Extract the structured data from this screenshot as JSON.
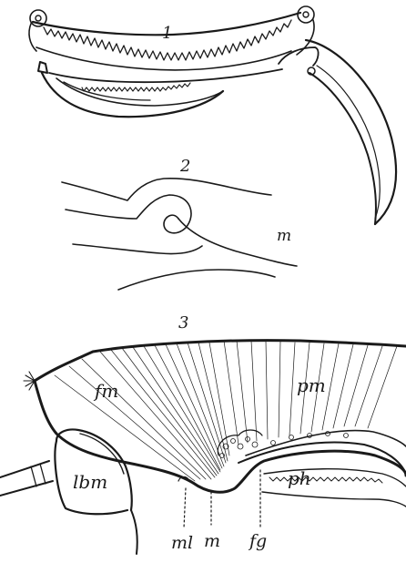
{
  "figures": [
    {
      "number": "1"
    },
    {
      "number": "2",
      "labels": [
        "m"
      ]
    },
    {
      "number": "3",
      "labels": [
        "fm",
        "pm",
        "lbm",
        "ph",
        "ml",
        "m",
        "fg"
      ]
    }
  ]
}
